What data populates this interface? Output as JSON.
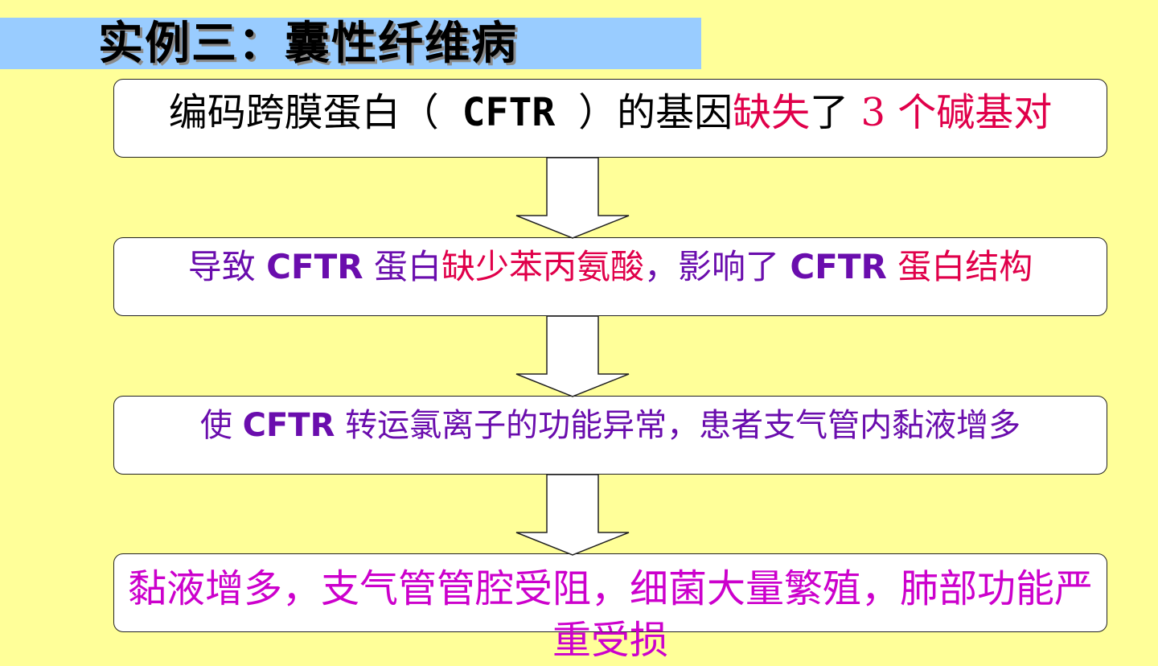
{
  "title": "实例三：囊性纤维病",
  "colors": {
    "background": "#FFFF99",
    "title_bar": "#99CCFF",
    "purple": "#6A0DAD",
    "red": "#E0004A",
    "magenta": "#CC00CC"
  },
  "steps": [
    {
      "prefix": "编码跨膜蛋白（",
      "code": " CFTR ",
      "mid": "）的基因",
      "emph": "缺失",
      "after": "了",
      "count": " 3 个碱基对"
    },
    {
      "p1": "导致 ",
      "code1": "CFTR",
      "p2": " 蛋白",
      "emph": "缺少苯丙氨酸",
      "p3": "，影响了 ",
      "code2": "CFTR",
      "p4": " 蛋白结构"
    },
    {
      "p1": "使 ",
      "code": "CFTR",
      "p2": " 转运氯离子的功能异常，患者支气管内黏液增多"
    },
    {
      "text": "黏液增多，支气管管腔受阻，细菌大量繁殖，肺部功能严重受损"
    }
  ]
}
